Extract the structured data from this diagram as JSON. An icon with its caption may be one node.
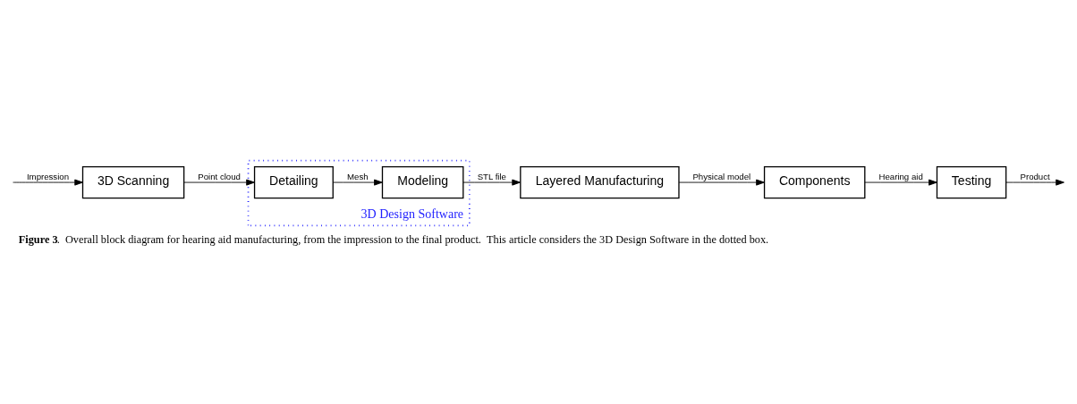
{
  "diagram": {
    "caption": "**Figure 3**.  Overall block diagram for hearing aid manufacturing, from the impression to the final product.  This article considers the 3D Design Software in the dotted box.",
    "nodes": [
      {
        "text": [
          "3D Design Software"
        ]
      },
      {
        "text": [
          "3D Scanning"
        ]
      },
      {
        "text": [
          "Detailing"
        ],
        "in": 0
      },
      {
        "text": [
          "Modeling"
        ],
        "in": 0
      },
      {
        "text": [
          "Layered Manufacturing"
        ]
      },
      {
        "text": [
          "Components"
        ]
      },
      {
        "text": [
          "Testing"
        ]
      }
    ],
    "edges": [
      {
        "from": null,
        "to": 1,
        "arrow": "to",
        "label": "Impression"
      },
      {
        "from": 1,
        "to": 2,
        "arrow": "to",
        "label": "Point cloud"
      },
      {
        "from": 2,
        "to": 3,
        "arrow": "to",
        "label": "Mesh"
      },
      {
        "from": 3,
        "to": 4,
        "arrow": "to",
        "label": "STL file"
      },
      {
        "from": 4,
        "to": 5,
        "arrow": "to",
        "label": "Physical model"
      },
      {
        "from": 5,
        "to": 6,
        "arrow": "to",
        "label": "Hearing aid"
      },
      {
        "from": 6,
        "to": null,
        "arrow": "to",
        "label": "Product"
      }
    ]
  }
}
